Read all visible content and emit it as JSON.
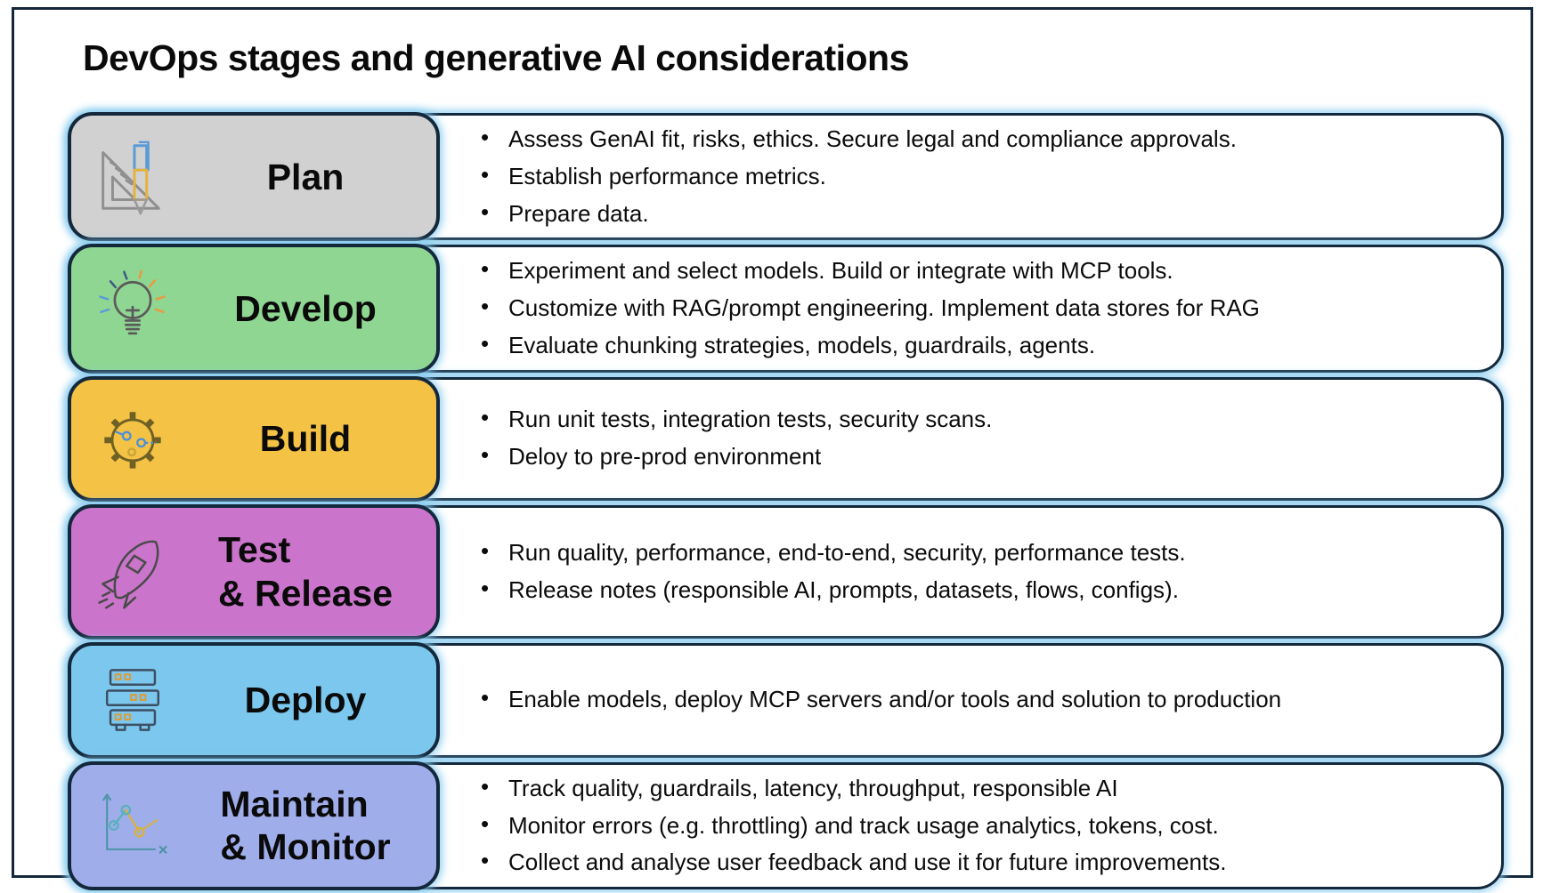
{
  "title": "DevOps stages and generative AI considerations",
  "colors": {
    "frame_border": "#14283c",
    "glow": "#8ccdf0",
    "row_background": "#ffffff",
    "text": "#0b0b0b"
  },
  "stages": [
    {
      "id": "plan",
      "label": "Plan",
      "icon": "ruler-pencil-icon",
      "color": "#d1d1d1",
      "bullets": [
        "Assess GenAI fit, risks, ethics. Secure legal and compliance approvals.",
        "Establish performance metrics.",
        "Prepare data."
      ]
    },
    {
      "id": "develop",
      "label": "Develop",
      "icon": "lightbulb-icon",
      "color": "#8fd693",
      "bullets": [
        "Experiment and select models. Build or integrate with MCP tools.",
        "Customize with RAG/prompt engineering. Implement data stores for RAG",
        "Evaluate chunking strategies, models, guardrails, agents."
      ]
    },
    {
      "id": "build",
      "label": "Build",
      "icon": "gear-icon",
      "color": "#f4c244",
      "bullets": [
        "Run unit tests, integration tests, security scans.",
        "Deloy to pre-prod environment"
      ]
    },
    {
      "id": "test-release",
      "label": "Test\n& Release",
      "icon": "rocket-icon",
      "color": "#ca75cb",
      "bullets": [
        "Run quality, performance, end-to-end, security, performance tests.",
        "Release notes (responsible AI, prompts, datasets, flows, configs)."
      ]
    },
    {
      "id": "deploy",
      "label": "Deploy",
      "icon": "server-stack-icon",
      "color": "#7cc7ee",
      "bullets": [
        "Enable models, deploy MCP servers and/or tools and solution to production"
      ]
    },
    {
      "id": "maintain-monitor",
      "label": "Maintain\n& Monitor",
      "icon": "line-chart-icon",
      "color": "#9fadea",
      "bullets": [
        "Track quality, guardrails, latency, throughput, responsible AI",
        "Monitor errors (e.g. throttling) and track usage analytics, tokens, cost.",
        "Collect and analyse user feedback and use it for future improvements."
      ]
    }
  ]
}
